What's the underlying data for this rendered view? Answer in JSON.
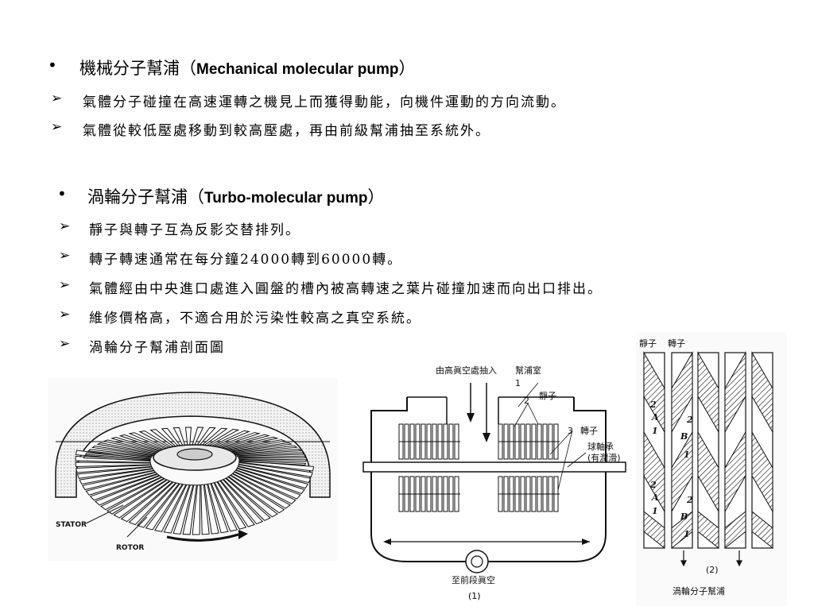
{
  "section1": {
    "title_cjk": "機械分子幫浦（",
    "title_latin": "Mechanical molecular pump",
    "title_close": "）",
    "points": [
      "氣體分子碰撞在高速運轉之機見上而獲得動能，向機件運動的方向流動。",
      "氣體從較低壓處移動到較高壓處，再由前級幫浦抽至系統外。"
    ]
  },
  "section2": {
    "title_cjk": "渦輪分子幫浦（",
    "title_latin": "Turbo-molecular pump",
    "title_close": "）",
    "points": [
      "靜子與轉子互為反影交替排列。",
      "轉子轉速通常在每分鐘24000轉到60000轉。",
      "氣體經由中央進口處進入圓盤的槽內被高轉速之葉片碰撞加速而向出口排出。",
      "維修價格高，不適合用於污染性較高之真空系統。",
      "渦輪分子幫浦剖面圖"
    ]
  },
  "figure_left": {
    "stator_label": "STATOR",
    "rotor_label": "ROTOR"
  },
  "figure_middle": {
    "inlet_label": "由高眞空處抽入",
    "pump_chamber_label": "幫浦室",
    "stator_label": "靜子",
    "rotor_label": "轉子",
    "bearing_label": "球軸承",
    "bearing_note": "(有潤滑)",
    "outlet_label": "至前段眞空",
    "num1": "1",
    "num2": "2",
    "num3": "3",
    "caption": "(1)"
  },
  "figure_right": {
    "stator_label": "靜子",
    "rotor_label": "轉子",
    "caption": "(2)",
    "title": "渦輪分子幫浦",
    "marks": [
      "1",
      "2",
      "A",
      "B"
    ]
  }
}
